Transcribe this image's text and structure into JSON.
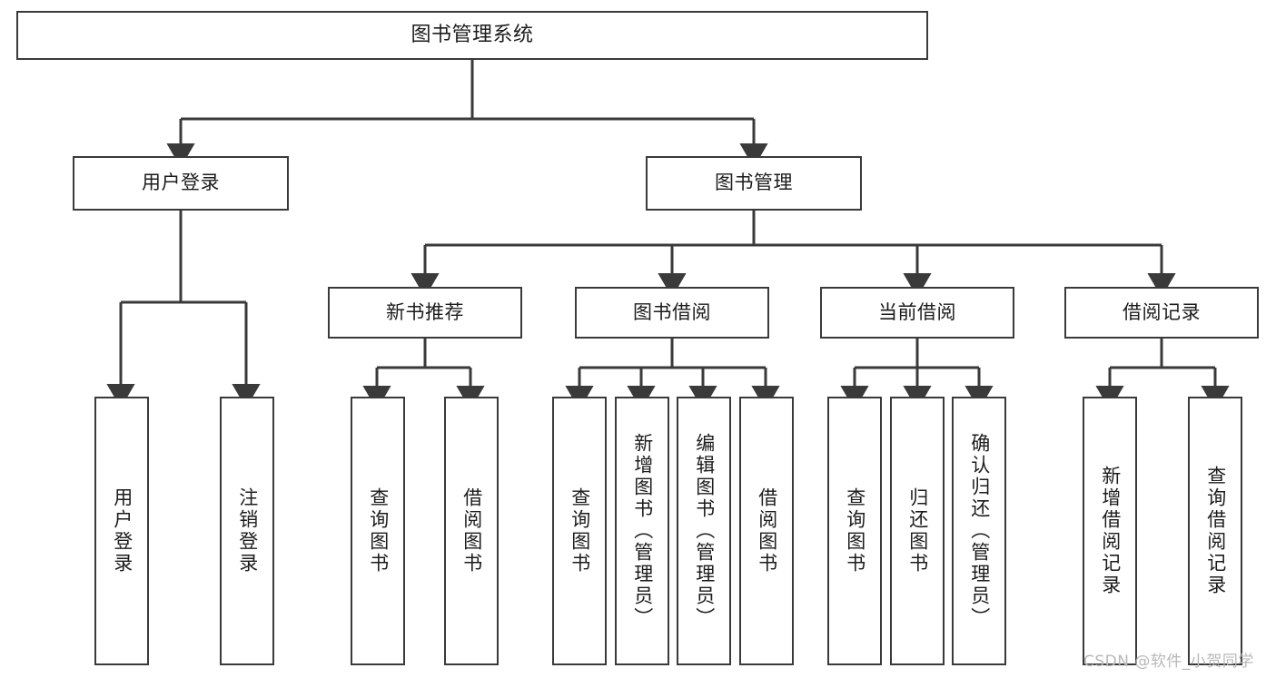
{
  "diagram": {
    "title": "图书管理系统",
    "type": "tree-hierarchy-chart",
    "root": {
      "label": "图书管理系统"
    },
    "level2": [
      {
        "label": "用户登录"
      },
      {
        "label": "图书管理"
      }
    ],
    "level3": [
      {
        "label": "新书推荐"
      },
      {
        "label": "图书借阅"
      },
      {
        "label": "当前借阅"
      },
      {
        "label": "借阅记录"
      }
    ],
    "leaves": {
      "user_login": [
        {
          "label": "用户登录"
        },
        {
          "label": "注销登录"
        }
      ],
      "new_book_recommend": [
        {
          "label": "查询图书"
        },
        {
          "label": "借阅图书"
        }
      ],
      "book_borrow": [
        {
          "label": "查询图书"
        },
        {
          "label": "新增图书（管理员）"
        },
        {
          "label": "编辑图书（管理员）"
        },
        {
          "label": "借阅图书"
        }
      ],
      "current_borrow": [
        {
          "label": "查询图书"
        },
        {
          "label": "归还图书"
        },
        {
          "label": "确认归还（管理员）"
        }
      ],
      "borrow_records": [
        {
          "label": "新增借阅记录"
        },
        {
          "label": "查询借阅记录"
        }
      ]
    }
  },
  "watermark": {
    "text": "CSDN @软件_小贺同学"
  },
  "colors": {
    "stroke": "#3a3a3a",
    "text": "#1c1c1c",
    "background": "#ffffff",
    "watermark": "#b8b8b8"
  }
}
